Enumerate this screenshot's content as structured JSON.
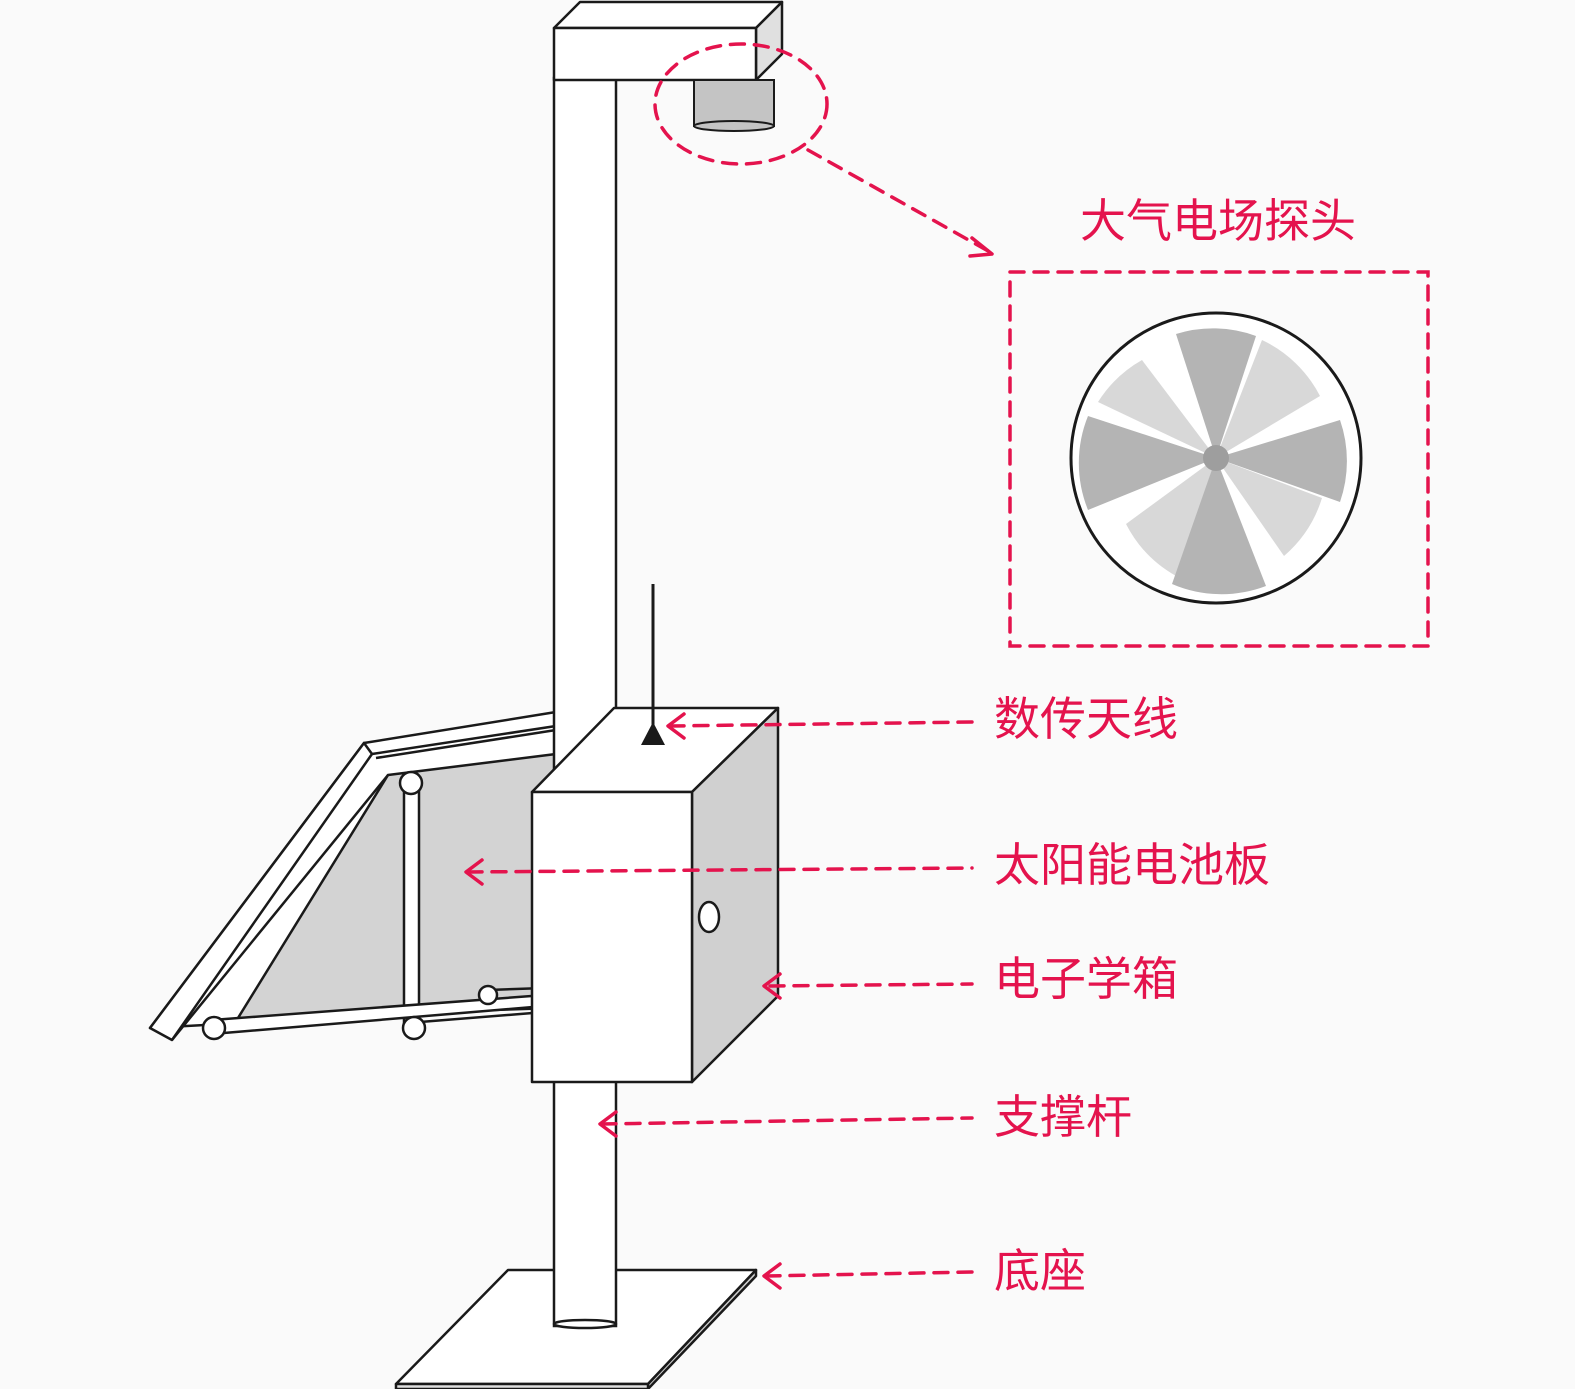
{
  "labels": {
    "probe": "大气电场探头",
    "antenna": "数传天线",
    "solar_panel": "太阳能电池板",
    "electronics_box": "电子学箱",
    "support_pole": "支撑杆",
    "base": "底座"
  },
  "colors": {
    "background": "#fafafa",
    "annotation": "#e4134d",
    "outline": "#1a1a1a",
    "panel_fill": "#d3d3d3",
    "box_side": "#d0d0d0",
    "probe_cylinder": "#c4c4c4"
  }
}
